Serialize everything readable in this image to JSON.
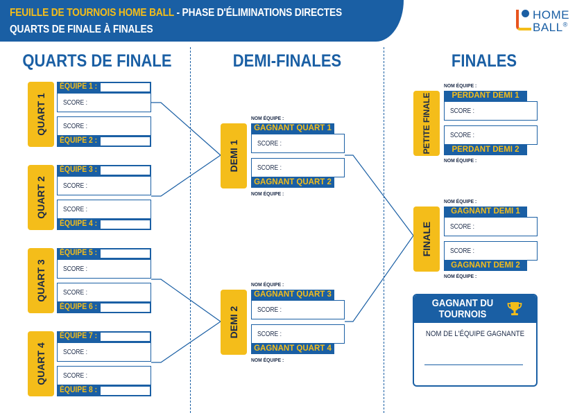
{
  "header": {
    "title_accent": "FEUILLE DE TOURNOIS HOME BALL",
    "title_rest": " - PHASE D'ÉLIMINATIONS DIRECTES",
    "subtitle": "QUARTS DE FINALE À FINALES"
  },
  "logo": {
    "line1": "HOME",
    "line2": "BALL",
    "mark": "®"
  },
  "columns": {
    "quarts": "QUARTS DE FINALE",
    "demis": "DEMI-FINALES",
    "finales": "FINALES"
  },
  "score_label": "SCORE :",
  "nom_label": "NOM ÉQUIPE :",
  "quarts": [
    {
      "tab": "QUART 1",
      "team_top": "ÉQUIPE 1 :",
      "team_bottom": "ÉQUIPE 2 :"
    },
    {
      "tab": "QUART 2",
      "team_top": "ÉQUIPE 3 :",
      "team_bottom": "ÉQUIPE 4 :"
    },
    {
      "tab": "QUART 3",
      "team_top": "ÉQUIPE 5 :",
      "team_bottom": "ÉQUIPE 6 :"
    },
    {
      "tab": "QUART 4",
      "team_top": "ÉQUIPE 7 :",
      "team_bottom": "ÉQUIPE 8 :"
    }
  ],
  "demis": [
    {
      "tab": "DEMI 1",
      "team_top": "GAGNANT QUART 1",
      "team_bottom": "GAGNANT QUART 2"
    },
    {
      "tab": "DEMI 2",
      "team_top": "GAGNANT QUART 3",
      "team_bottom": "GAGNANT QUART 4"
    }
  ],
  "petite_finale": {
    "tab": "PETITE FINALE",
    "team_top": "PERDANT DEMI 1",
    "team_bottom": "PERDANT DEMI 2"
  },
  "finale": {
    "tab": "FINALE",
    "team_top": "GAGNANT DEMI 1",
    "team_bottom": "GAGNANT DEMI 2"
  },
  "winner": {
    "title": "GAGNANT DU TOURNOIS",
    "subtitle": "NOM DE L'ÉQUIPE GAGNANTE",
    "icon": "trophy-icon"
  },
  "colors": {
    "blue": "#1a5fa4",
    "yellow": "#f4bd1a",
    "dark": "#1b2a47"
  }
}
